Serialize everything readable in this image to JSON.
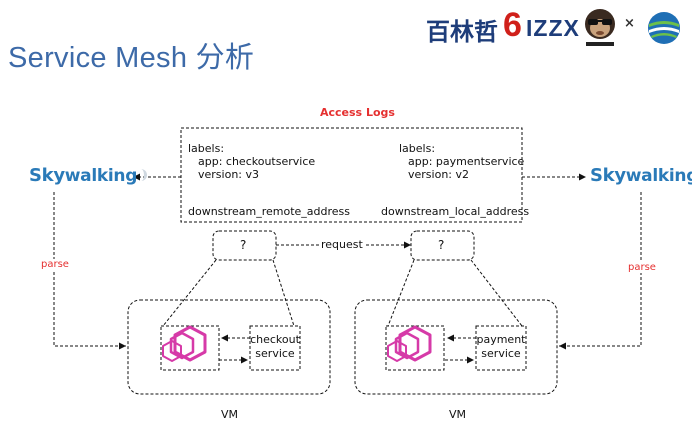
{
  "page": {
    "title": "Service Mesh 分析"
  },
  "header_logo": {
    "brand_cn": "百林哲",
    "brand_6": "6",
    "brand_izzx": "IZZX",
    "times": "×"
  },
  "diagram": {
    "access_logs": {
      "title": "Access Logs",
      "left": {
        "labels": "labels:",
        "app": "app: checkoutservice",
        "version": "version: v3",
        "address": "downstream_remote_address"
      },
      "right": {
        "labels": "labels:",
        "app": "app: paymentservice",
        "version": "version: v2",
        "address": "downstream_local_address"
      }
    },
    "skywalking": {
      "sky": "Sky",
      "walking": "walking"
    },
    "parse_label": "parse",
    "unknown_left": "?",
    "unknown_right": "?",
    "request_label": "request",
    "checkout_service": {
      "line1": "checkout",
      "line2": "service"
    },
    "payment_service": {
      "line1": "payment",
      "line2": "service"
    },
    "vm_label": "VM"
  }
}
